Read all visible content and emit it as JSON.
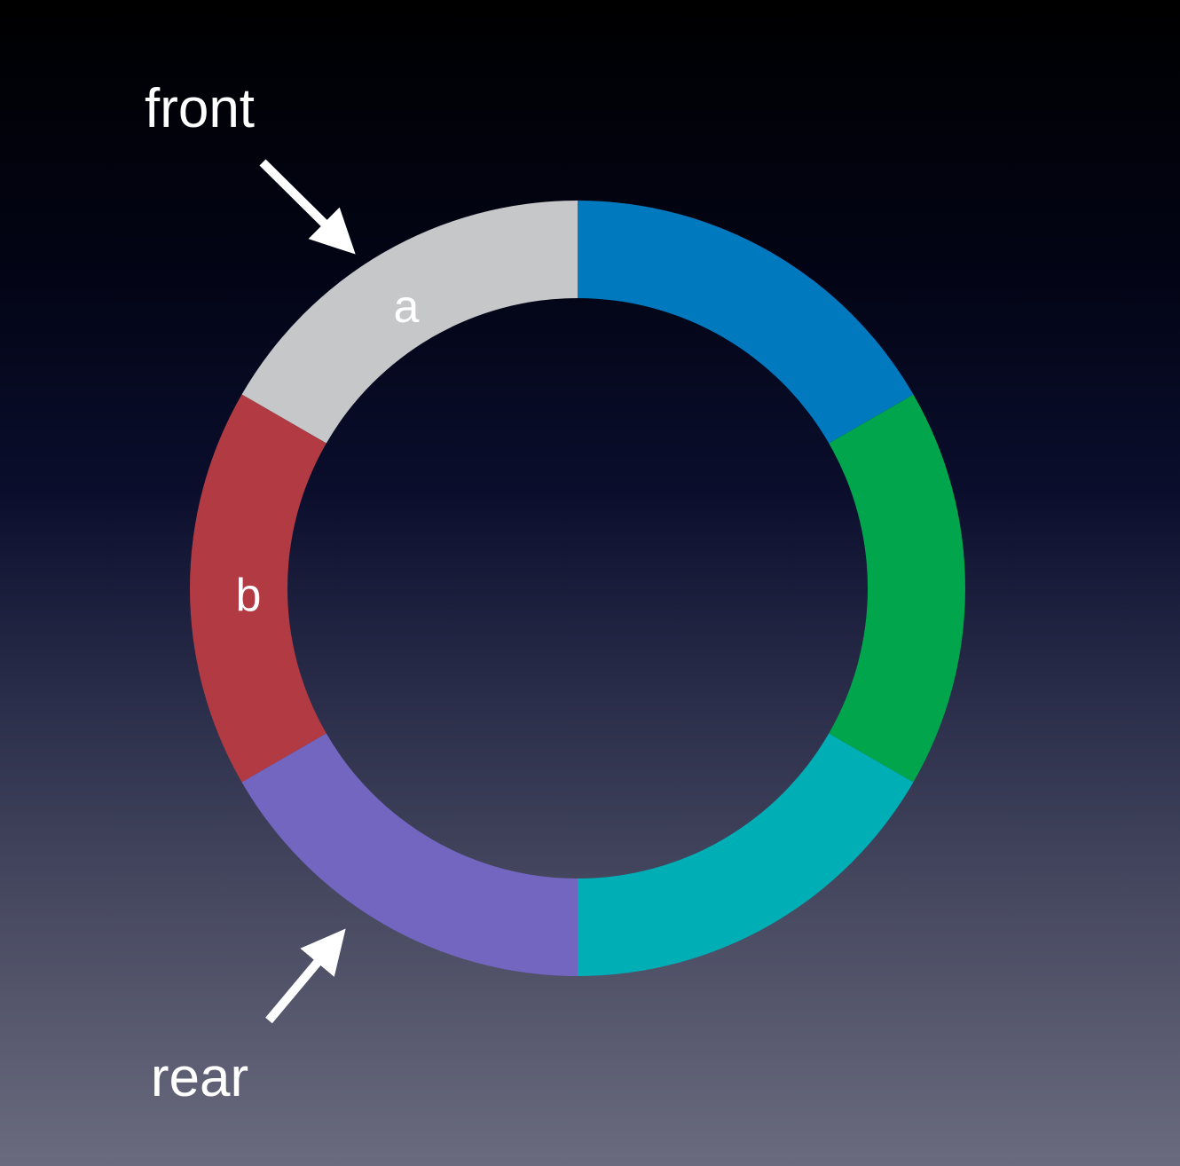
{
  "labels": {
    "front": "front",
    "rear": "rear",
    "segment_a": "a",
    "segment_b": "b"
  },
  "ring": {
    "segments": [
      {
        "id": "a",
        "label": "a",
        "color": "#c6c7c9"
      },
      {
        "id": "b",
        "label": "b",
        "color": "#b23a43"
      },
      {
        "id": "slot-3",
        "label": "",
        "color": "#7366c1"
      },
      {
        "id": "slot-4",
        "label": "",
        "color": "#00aeb5"
      },
      {
        "id": "slot-5",
        "label": "",
        "color": "#00a54c"
      },
      {
        "id": "slot-6",
        "label": "",
        "color": "#0079bf"
      }
    ]
  },
  "colors": {
    "arrow": "#ffffff",
    "text": "#ffffff"
  }
}
